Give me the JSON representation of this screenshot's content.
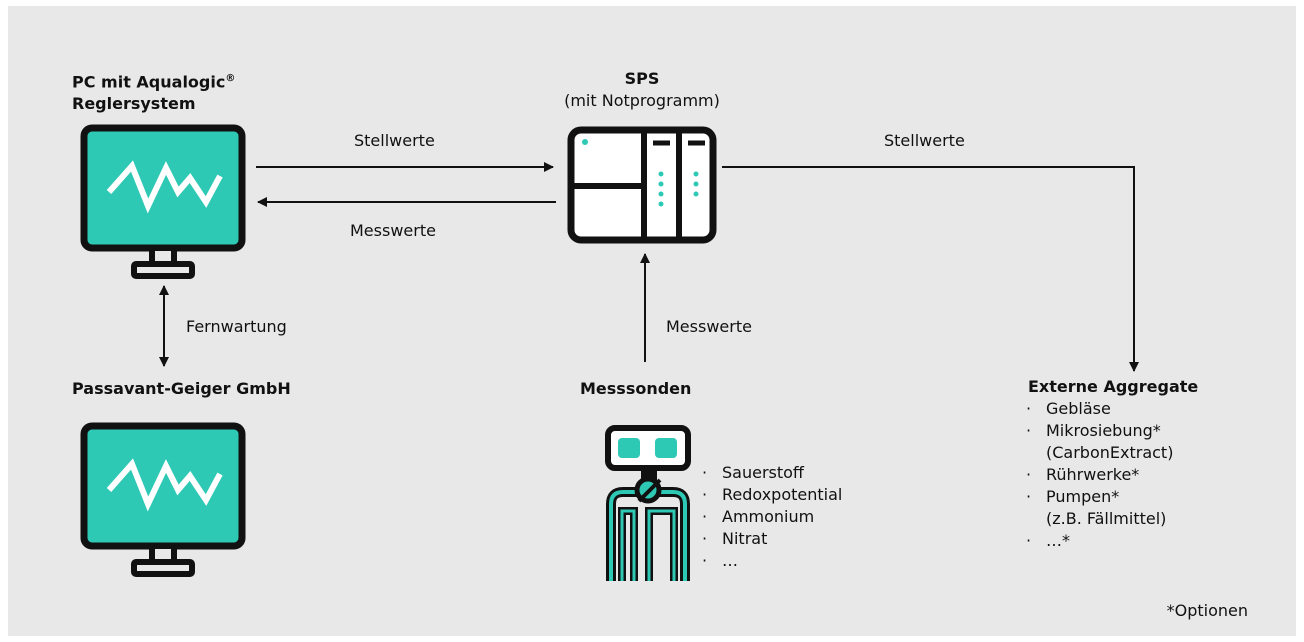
{
  "colors": {
    "background": "#e8e8e8",
    "accent": "#2dc9b5",
    "ink": "#111111"
  },
  "pc": {
    "title_line1": "PC mit Aqualogic",
    "title_sup": "®",
    "title_line2": "Reglersystem",
    "icon": "monitor-icon"
  },
  "sps": {
    "title": "SPS",
    "subtitle": "(mit Notprogramm)",
    "icon": "plc-icon"
  },
  "arrows": {
    "stellwerte_pc": "Stellwerte",
    "messwerte_pc": "Messwerte",
    "stellwerte_ext": "Stellwerte",
    "messwerte_sonden": "Messwerte",
    "fernwartung": "Fernwartung"
  },
  "service": {
    "title": "Passavant-Geiger GmbH",
    "icon": "monitor-icon"
  },
  "sonden": {
    "title": "Messsonden",
    "icon": "probe-icon",
    "items": [
      "Sauerstoff",
      "Redoxpotential",
      "Ammonium",
      "Nitrat",
      "…"
    ]
  },
  "aggregate": {
    "title": "Externe Aggregate",
    "items": [
      "Gebläse",
      "Mikrosiebung*",
      "Rührwerke*",
      "Pumpen*",
      "…*"
    ],
    "sub": {
      "mikrosiebung": "(CarbonExtract)",
      "pumpen": "(z.B. Fällmittel)"
    }
  },
  "footnote": "*Optionen"
}
